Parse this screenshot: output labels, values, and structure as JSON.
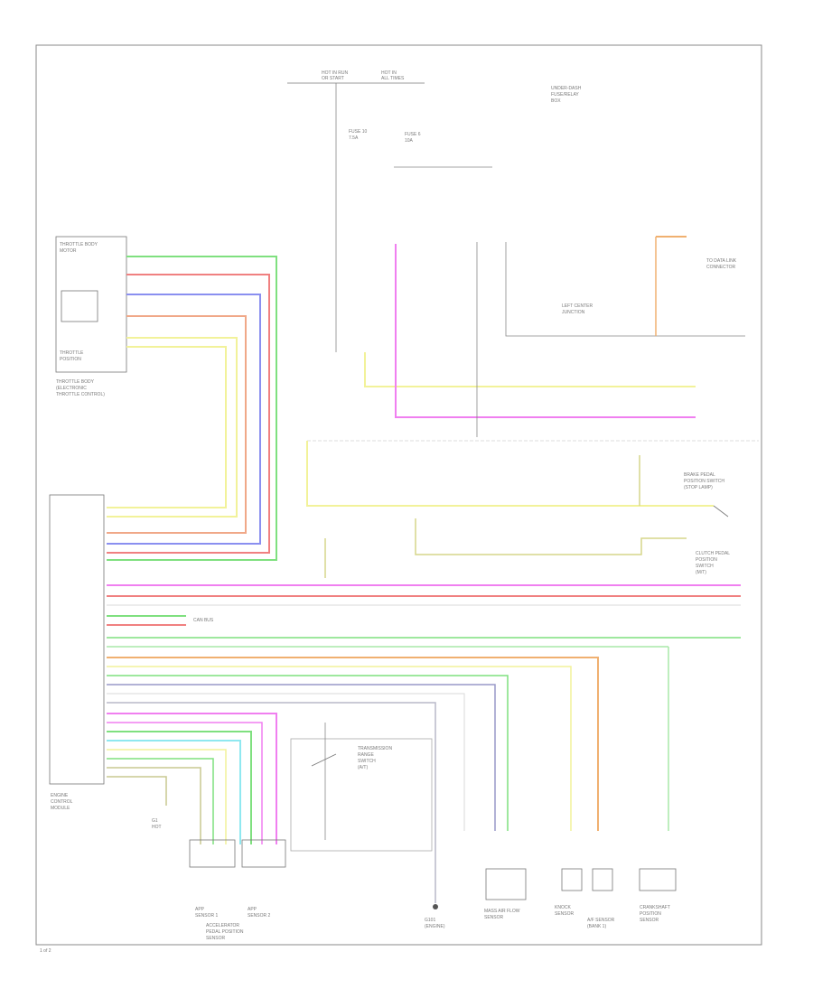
{
  "diagram": {
    "type": "automotive wiring schematic",
    "labels": {
      "top_fuse_a": "HOT IN RUN",
      "top_fuse_a_sub": "OR START",
      "top_fuse_b": "HOT IN",
      "top_fuse_b_sub": "ALL TIMES",
      "underhood_box": "UNDER-DASH",
      "underhood_box_2": "FUSE/RELAY",
      "underhood_box_3": "BOX",
      "fuse_left": "FUSE 10",
      "fuse_left_amp": "7.5A",
      "fuse_right": "FUSE 6",
      "fuse_right_amp": "10A",
      "throttle_module": "THROTTLE BODY",
      "throttle_module_2": "MOTOR",
      "throttle_sensor": "THROTTLE",
      "throttle_sensor_2": "POSITION",
      "throttle_caption": "THROTTLE BODY",
      "throttle_caption_2": "(ELECTRONIC",
      "throttle_caption_3": "THROTTLE CONTROL)",
      "pcm": "ENGINE",
      "pcm_2": "CONTROL",
      "pcm_3": "MODULE",
      "brake_switch": "BRAKE PEDAL",
      "brake_switch_2": "POSITION SWITCH",
      "brake_switch_3": "(STOP LAMP)",
      "clutch_switch": "CLUTCH PEDAL",
      "clutch_switch_2": "POSITION",
      "clutch_switch_3": "SWITCH",
      "clutch_switch_4": "(M/T)",
      "right_connector": "LEFT CENTER",
      "right_connector_2": "JUNCTION",
      "data_link": "TO DATA LINK",
      "data_link_2": "CONNECTOR",
      "trans_switch": "TRANSMISSION",
      "trans_switch_2": "RANGE",
      "trans_switch_3": "SWITCH",
      "trans_switch_4": "(A/T)",
      "gnd_left": "G1",
      "gnd_left_2": "HOT",
      "sensor_left": "APP",
      "sensor_left_2": "SENSOR 1",
      "sensor_mid": "APP",
      "sensor_mid_2": "SENSOR 2",
      "pedal_caption": "ACCELERATOR",
      "pedal_caption_2": "PEDAL POSITION",
      "pedal_caption_3": "SENSOR",
      "ground_bottom": "G101",
      "ground_bottom_2": "(ENGINE)",
      "maf": "MASS AIR FLOW",
      "maf_2": "SENSOR",
      "o2": "A/F SENSOR",
      "o2_2": "(BANK 1)",
      "knock": "KNOCK",
      "knock_2": "SENSOR",
      "ckp": "CRANKSHAFT",
      "ckp_2": "POSITION",
      "ckp_3": "SENSOR",
      "can_bus": "CAN BUS",
      "footer": "1 of 2"
    },
    "wire_colors": {
      "green": "#7fe07f",
      "red": "#f08080",
      "blue": "#8a8ff0",
      "salmon": "#f0a888",
      "yellow": "#f2f29a",
      "khaki": "#d6d68a",
      "magenta": "#f07ff0",
      "pink": "#f0a0c0",
      "gray": "#b8b8c8",
      "orange": "#f0b070",
      "lightgreen": "#a8e8a8",
      "cyan": "#8fe8f0",
      "olive": "#c8c890",
      "bluegray": "#9898c8",
      "border": "#888888"
    }
  }
}
